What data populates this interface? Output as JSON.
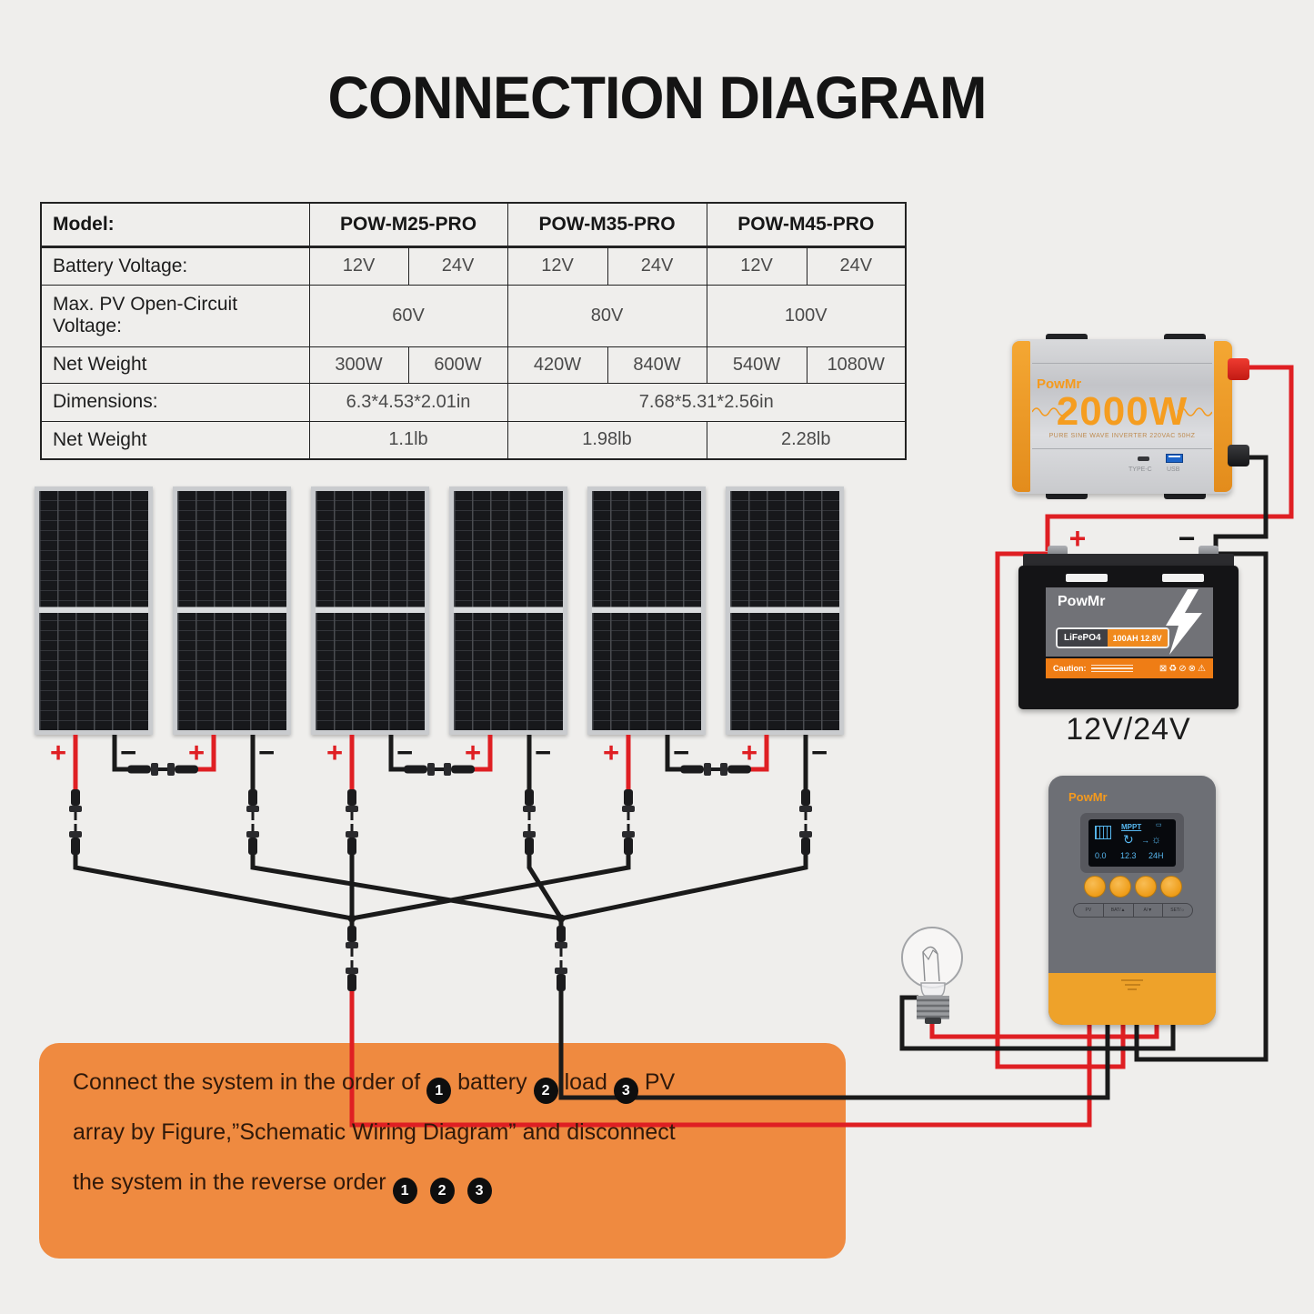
{
  "page": {
    "title": "CONNECTION DIAGRAM"
  },
  "table": {
    "rows": [
      {
        "label": "Model:",
        "cells": [
          "POW-M25-PRO",
          "POW-M35-PRO",
          "POW-M45-PRO"
        ]
      },
      {
        "label": "Battery Voltage:",
        "cells": [
          "12V",
          "24V",
          "12V",
          "24V",
          "12V",
          "24V"
        ]
      },
      {
        "label": "Max. PV Open-Circuit Voltage:",
        "cells": [
          "60V",
          "80V",
          "100V"
        ]
      },
      {
        "label": "Net Weight",
        "cells": [
          "300W",
          "600W",
          "420W",
          "840W",
          "540W",
          "1080W"
        ]
      },
      {
        "label": "Dimensions:",
        "cells": [
          "6.3*4.53*2.01in",
          "7.68*5.31*2.56in"
        ]
      },
      {
        "label": "Net Weight",
        "cells": [
          "1.1lb",
          "1.98lb",
          "2.28lb"
        ]
      }
    ]
  },
  "labels": {
    "plus": "+",
    "minus": "−"
  },
  "inverter": {
    "brand": "PowMr",
    "power": "2000W",
    "subtitle": "PURE SINE WAVE INVERTER 220VAC 50HZ",
    "typec_label": "TYPE-C",
    "usb_label": "USB"
  },
  "battery": {
    "brand": "PowMr",
    "chemistry": "LiFePO4",
    "capacity": "100AH 12.8V",
    "caution": "Caution:",
    "caution_icons": "⊠♻⊘⊗⚠",
    "voltage": "12V/24V"
  },
  "controller": {
    "brand": "PowMr",
    "screen": {
      "mode": "MPPT",
      "pv_value": "0.0",
      "battery_value": "12.3",
      "load_value": "24H",
      "cycle_icon": "↻",
      "arrow_icon": "→",
      "sun_icon": "☼",
      "batt_icon": "▭"
    },
    "buttons": [
      "PV",
      "BAT/▲",
      "A/▼",
      "SET/☼"
    ]
  },
  "instructions": {
    "line1": "Connect the system in the order of",
    "step1": "1",
    "word1": "battery",
    "step2": "2",
    "word2": "load",
    "step3": "3",
    "word3": "PV",
    "line2": "array by Figure,”Schematic Wiring Diagram” and disconnect",
    "line3": "the system in the reverse order"
  },
  "colors": {
    "wire_red": "#DF1F23",
    "wire_black": "#1A1A1A",
    "accent_orange": "#EF8A40",
    "brand_orange": "#F59A1D"
  }
}
